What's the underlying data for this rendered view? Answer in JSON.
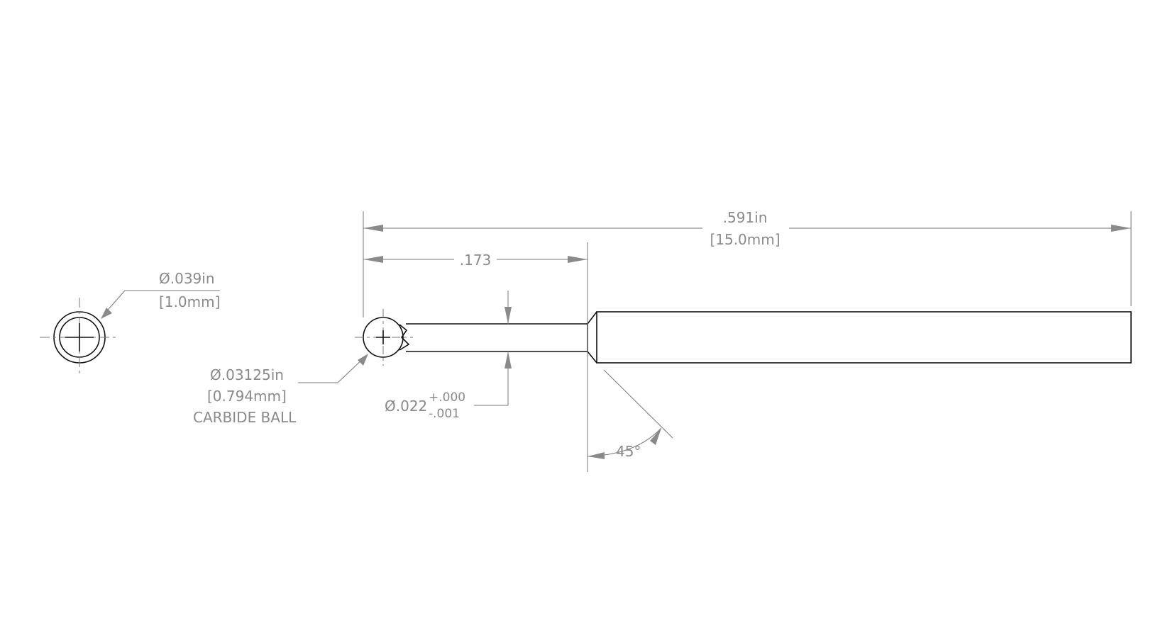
{
  "dimensions": {
    "overall_length": {
      "imperial": ".591in",
      "metric": "[15.0mm]"
    },
    "ball_to_shoulder": {
      "value": ".173"
    },
    "shank_diameter": {
      "symbol": "Ø",
      "imperial": ".039in",
      "metric": "[1.0mm]"
    },
    "ball_diameter": {
      "symbol": "Ø",
      "imperial": ".03125in",
      "metric": "[0.794mm]",
      "note": "CARBIDE BALL"
    },
    "stem_diameter": {
      "symbol": "Ø",
      "value": ".022",
      "tol_plus": "+.000",
      "tol_minus": "-.001"
    },
    "chamfer_angle": {
      "value": "45°"
    }
  },
  "colors": {
    "geometry": "#111111",
    "dimension": "#8a8a8a"
  }
}
